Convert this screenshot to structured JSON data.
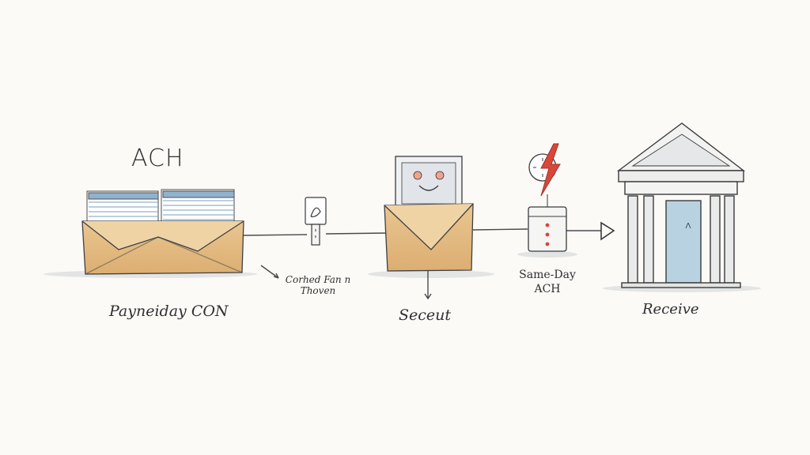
{
  "diagram": {
    "title": "ACH",
    "steps": [
      {
        "label": "Payneiday CON"
      },
      {
        "label": "Seceut"
      },
      {
        "label": "Same-Day ACH"
      },
      {
        "label": "Receive"
      }
    ],
    "annotation": "Corhed Fan n Thoven",
    "icons": [
      "paper-stack-icon",
      "envelope-icon",
      "stamp-icon",
      "smiley-card-icon",
      "clock-lightning-icon",
      "server-box-icon",
      "bank-building-icon",
      "arrow-icon"
    ],
    "colors": {
      "ink": "#3a3a3e",
      "envelope": "#e8c48e",
      "paper_blue": "#8fb3cf",
      "bolt": "#d9473a",
      "door": "#b9d2e2",
      "face_blush": "#f0a38f"
    }
  }
}
